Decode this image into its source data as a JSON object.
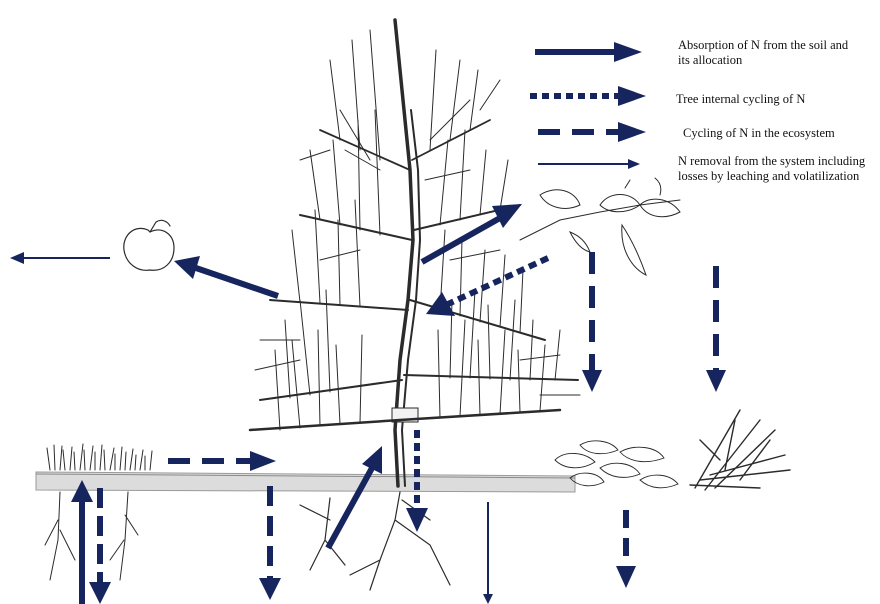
{
  "legend": {
    "uptake": "Absorption of N from the soil and its allocation",
    "internal_cycling": "Tree internal cycling of N",
    "ecosystem_cycling": "Cycling of N in the ecosystem",
    "removal": "N removal from the system including  losses by leaching and volatilization"
  },
  "colors": {
    "arrow": "#17255e",
    "ink": "#2b2b2b",
    "ground": "#d8d8d8"
  },
  "icons": [
    "fruit-tree-icon",
    "apple-icon",
    "leafy-branch-icon",
    "fallen-leaves-icon",
    "grass-icon",
    "pruned-twigs-icon",
    "roots-icon"
  ]
}
